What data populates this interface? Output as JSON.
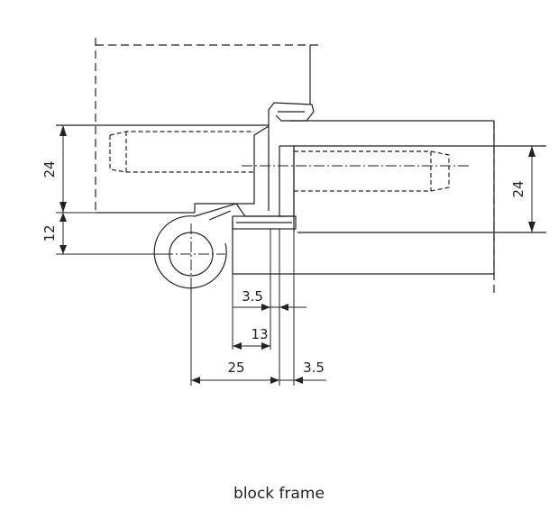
{
  "caption": "block frame",
  "dimensions": {
    "left_upper": "24",
    "left_lower": "12",
    "right_height": "24",
    "width_a": "3.5",
    "width_b": "13",
    "width_c": "25",
    "width_d": "3.5"
  },
  "colors": {
    "line": "#222222",
    "background": "#ffffff"
  }
}
